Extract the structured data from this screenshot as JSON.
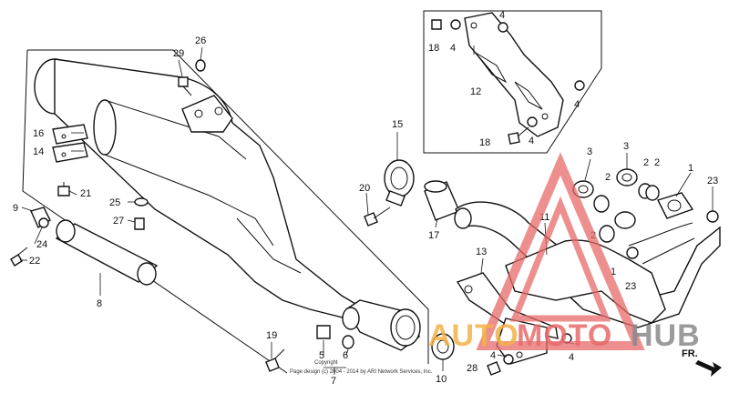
{
  "labels": {
    "p1a": "1",
    "p1b": "1",
    "p2a": "2",
    "p2b": "2",
    "p2c": "2",
    "p2d": "2",
    "p3a": "3",
    "p3b": "3",
    "p4a": "4",
    "p4b": "4",
    "p4c": "4",
    "p4d": "4",
    "p4e": "4",
    "p4f": "4",
    "p5": "5",
    "p6": "6",
    "p7": "7",
    "p8": "8",
    "p9": "9",
    "p10": "10",
    "p11": "11",
    "p12": "12",
    "p13": "13",
    "p14": "14",
    "p15": "15",
    "p16": "16",
    "p17": "17",
    "p18a": "18",
    "p18b": "18",
    "p19": "19",
    "p20": "20",
    "p21": "21",
    "p22": "22",
    "p23a": "23",
    "p23b": "23",
    "p24": "24",
    "p25": "25",
    "p26": "26",
    "p27": "27",
    "p28": "28",
    "p29": "29"
  },
  "direction_label": "FR.",
  "copyright_line1": "Copyright",
  "copyright_line2": "Page design (c) 2004 - 2014 by ARI Network Services, Inc.",
  "watermark": {
    "part1": "AUTO",
    "part2": "MOTO",
    "part3": "HUB"
  },
  "colors": {
    "watermark_red": "#e86a6a",
    "watermark_orange": "#f2b24a",
    "watermark_gray": "#8a8a8a"
  }
}
